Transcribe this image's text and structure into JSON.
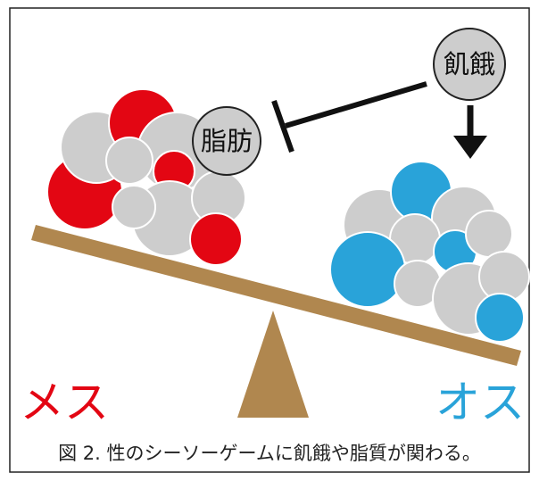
{
  "labels": {
    "female": "メス",
    "male": "オス",
    "fat": "脂肪",
    "starvation": "飢餓"
  },
  "caption": "図 2. 性のシーソーゲームに飢餓や脂質が関わる。",
  "colors": {
    "female_cells": "#e30613",
    "male_cells": "#29a3d9",
    "neutral_cells": "#cdcdcd",
    "seesaw": "#b0874f",
    "ink": "#111111",
    "female_text": "#e30613",
    "male_text": "#29a3d9"
  }
}
